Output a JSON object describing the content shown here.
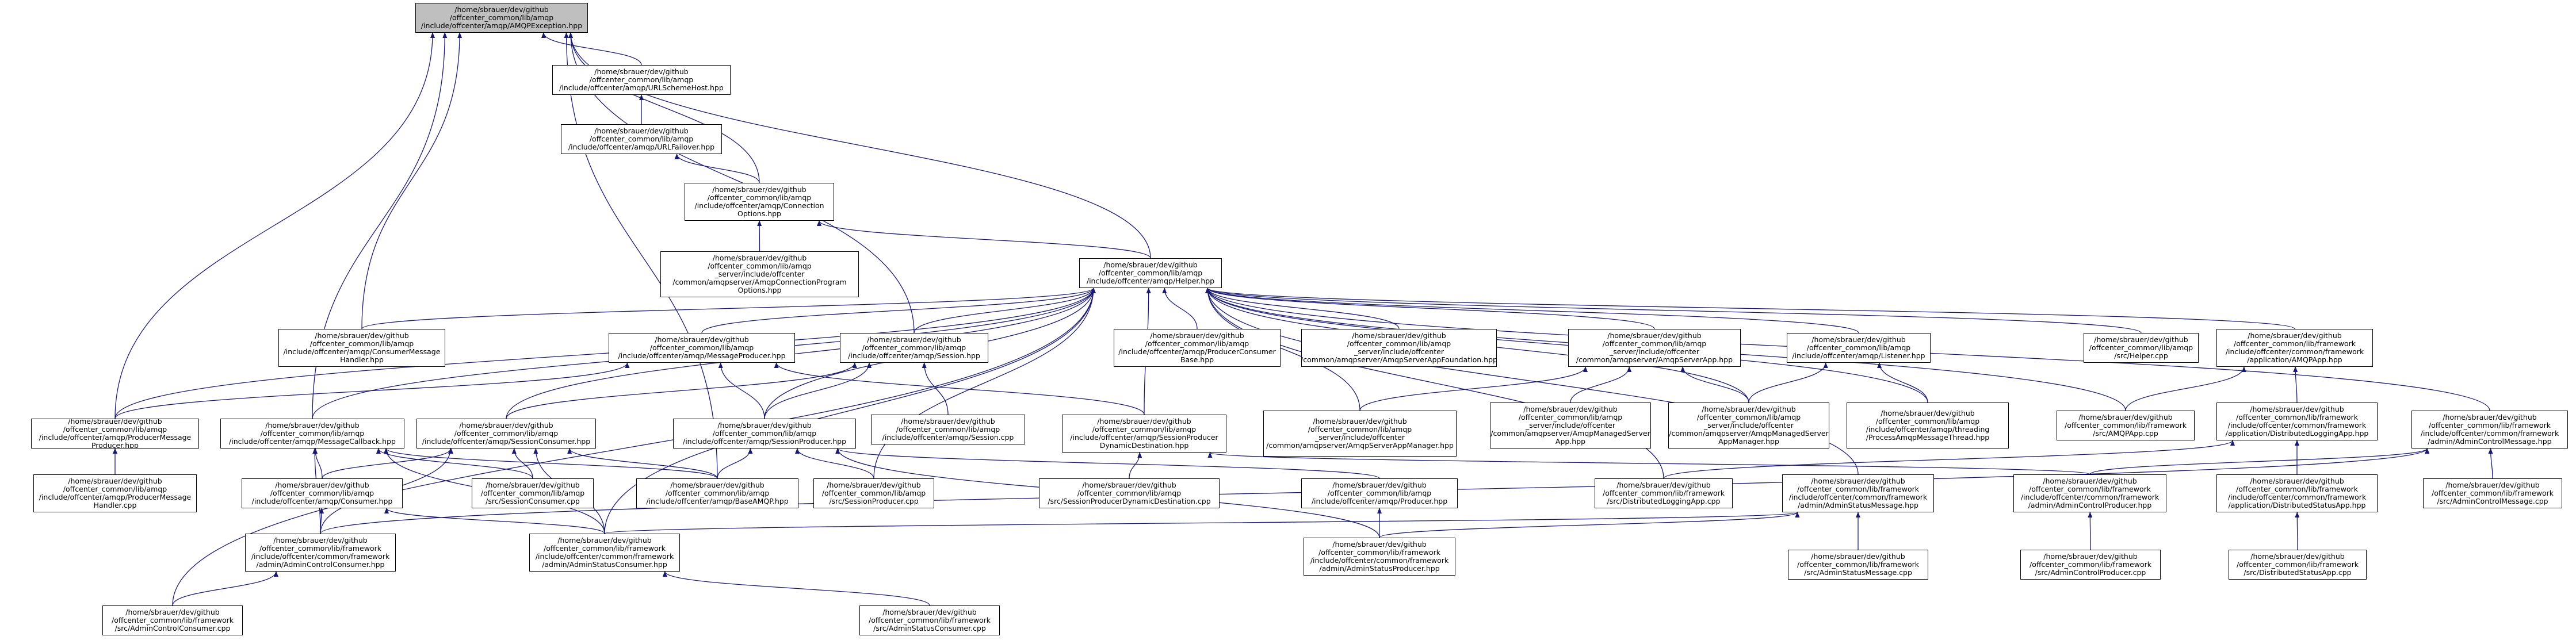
{
  "diagram": {
    "colors": {
      "edge": "#191970",
      "node_border": "#000000",
      "root_fill": "#bfbfbf",
      "node_fill": "#ffffff"
    },
    "nodes": [
      {
        "id": "n_root",
        "label": "/home/sbrauer/dev/github\n/offcenter_common/lib/amqp\n/include/offcenter/amqp/AMQPException.hpp"
      },
      {
        "id": "n_urlscheme",
        "label": "/home/sbrauer/dev/github\n/offcenter_common/lib/amqp\n/include/offcenter/amqp/URLSchemeHost.hpp"
      },
      {
        "id": "n_urlfailover",
        "label": "/home/sbrauer/dev/github\n/offcenter_common/lib/amqp\n/include/offcenter/amqp/URLFailover.hpp"
      },
      {
        "id": "n_connopts",
        "label": "/home/sbrauer/dev/github\n/offcenter_common/lib/amqp\n/include/offcenter/amqp/Connection\nOptions.hpp"
      },
      {
        "id": "n_connprogopts",
        "label": "/home/sbrauer/dev/github\n/offcenter_common/lib/amqp\n_server/include/offcenter\n/common/amqpserver/AmqpConnectionProgram\nOptions.hpp"
      },
      {
        "id": "n_helper",
        "label": "/home/sbrauer/dev/github\n/offcenter_common/lib/amqp\n/include/offcenter/amqp/Helper.hpp"
      },
      {
        "id": "n_consumermsghandler",
        "label": "/home/sbrauer/dev/github\n/offcenter_common/lib/amqp\n/include/offcenter/amqp/ConsumerMessage\nHandler.hpp"
      },
      {
        "id": "n_msgproducer",
        "label": "/home/sbrauer/dev/github\n/offcenter_common/lib/amqp\n/include/offcenter/amqp/MessageProducer.hpp"
      },
      {
        "id": "n_session",
        "label": "/home/sbrauer/dev/github\n/offcenter_common/lib/amqp\n/include/offcenter/amqp/Session.hpp"
      },
      {
        "id": "n_producerconsumerbase",
        "label": "/home/sbrauer/dev/github\n/offcenter_common/lib/amqp\n/include/offcenter/amqp/ProducerConsumer\nBase.hpp"
      },
      {
        "id": "n_serverappfoundation",
        "label": "/home/sbrauer/dev/github\n/offcenter_common/lib/amqp\n_server/include/offcenter\n/common/amqpserver/AmqpServerAppFoundation.hpp"
      },
      {
        "id": "n_serverapp",
        "label": "/home/sbrauer/dev/github\n/offcenter_common/lib/amqp\n_server/include/offcenter\n/common/amqpserver/AmqpServerApp.hpp"
      },
      {
        "id": "n_listener",
        "label": "/home/sbrauer/dev/github\n/offcenter_common/lib/amqp\n/include/offcenter/amqp/Listener.hpp"
      },
      {
        "id": "n_helpercpp",
        "label": "/home/sbrauer/dev/github\n/offcenter_common/lib/amqp\n/src/Helper.cpp"
      },
      {
        "id": "n_amqpapp",
        "label": "/home/sbrauer/dev/github\n/offcenter_common/lib/framework\n/include/offcenter/common/framework\n/application/AMQPApp.hpp"
      },
      {
        "id": "n_producermsghandler",
        "label": "/home/sbrauer/dev/github\n/offcenter_common/lib/amqp\n/include/offcenter/amqp/ProducerMessage\nProducer.hpp"
      },
      {
        "id": "n_msgcallback",
        "label": "/home/sbrauer/dev/github\n/offcenter_common/lib/amqp\n/include/offcenter/amqp/MessageCallback.hpp"
      },
      {
        "id": "n_sessionconsumer",
        "label": "/home/sbrauer/dev/github\n/offcenter_common/lib/amqp\n/include/offcenter/amqp/SessionConsumer.hpp"
      },
      {
        "id": "n_sessionproducer",
        "label": "/home/sbrauer/dev/github\n/offcenter_common/lib/amqp\n/include/offcenter/amqp/SessionProducer.hpp"
      },
      {
        "id": "n_sessioncpp",
        "label": "/home/sbrauer/dev/github\n/offcenter_common/lib/amqp\n/include/offcenter/amqp/Session.cpp"
      },
      {
        "id": "n_sessionproducerdyn",
        "label": "/home/sbrauer/dev/github\n/offcenter_common/lib/amqp\n/include/offcenter/amqp/SessionProducer\nDynamicDestination.hpp"
      },
      {
        "id": "n_serverappmanager",
        "label": "/home/sbrauer/dev/github\n/offcenter_common/lib/amqp\n_server/include/offcenter\n/common/amqpserver/AmqpServerAppManager.hpp"
      },
      {
        "id": "n_managedserverapp",
        "label": "/home/sbrauer/dev/github\n/offcenter_common/lib/amqp\n_server/include/offcenter\n/common/amqpserver/AmqpManagedServer\nApp.hpp"
      },
      {
        "id": "n_managedserverappmanager",
        "label": "/home/sbrauer/dev/github\n/offcenter_common/lib/amqp\n_server/include/offcenter\n/common/amqpserver/AmqpManagedServer\nAppManager.hpp"
      },
      {
        "id": "n_processamqpthread",
        "label": "/home/sbrauer/dev/github\n/offcenter_common/lib/amqp\n/include/offcenter/amqp/threading\n/ProcessAmqpMessageThread.hpp"
      },
      {
        "id": "n_amqpappcpp",
        "label": "/home/sbrauer/dev/github\n/offcenter_common/lib/framework\n/src/AMQPApp.cpp"
      },
      {
        "id": "n_distloggingapp",
        "label": "/home/sbrauer/dev/github\n/offcenter_common/lib/framework\n/include/offcenter/common/framework\n/application/DistributedLoggingApp.hpp"
      },
      {
        "id": "n_admincontrolmsg",
        "label": "/home/sbrauer/dev/github\n/offcenter_common/lib/framework\n/include/offcenter/common/framework\n/admin/AdminControlMessage.hpp"
      },
      {
        "id": "n_producermsghandlercpp",
        "label": "/home/sbrauer/dev/github\n/offcenter_common/lib/amqp\n/include/offcenter/amqp/ProducerMessage\nHandler.cpp"
      },
      {
        "id": "n_consumer",
        "label": "/home/sbrauer/dev/github\n/offcenter_common/lib/amqp\n/include/offcenter/amqp/Consumer.hpp"
      },
      {
        "id": "n_sessionconsumercpp",
        "label": "/home/sbrauer/dev/github\n/offcenter_common/lib/amqp\n/src/SessionConsumer.cpp"
      },
      {
        "id": "n_baseamqp",
        "label": "/home/sbrauer/dev/github\n/offcenter_common/lib/amqp\n/include/offcenter/amqp/BaseAMQP.hpp"
      },
      {
        "id": "n_sessionproducercpp",
        "label": "/home/sbrauer/dev/github\n/offcenter_common/lib/amqp\n/src/SessionProducer.cpp"
      },
      {
        "id": "n_sessionproducerdyncpp",
        "label": "/home/sbrauer/dev/github\n/offcenter_common/lib/amqp\n/src/SessionProducerDynamicDestination.cpp"
      },
      {
        "id": "n_producer",
        "label": "/home/sbrauer/dev/github\n/offcenter_common/lib/amqp\n/include/offcenter/amqp/Producer.hpp"
      },
      {
        "id": "n_distloggingappcpp",
        "label": "/home/sbrauer/dev/github\n/offcenter_common/lib/framework\n/src/DistributedLoggingApp.cpp"
      },
      {
        "id": "n_adminstatusmsg",
        "label": "/home/sbrauer/dev/github\n/offcenter_common/lib/framework\n/include/offcenter/common/framework\n/admin/AdminStatusMessage.hpp"
      },
      {
        "id": "n_admincontrolproducer",
        "label": "/home/sbrauer/dev/github\n/offcenter_common/lib/framework\n/include/offcenter/common/framework\n/admin/AdminControlProducer.hpp"
      },
      {
        "id": "n_diststatusapp",
        "label": "/home/sbrauer/dev/github\n/offcenter_common/lib/framework\n/include/offcenter/common/framework\n/application/DistributedStatusApp.hpp"
      },
      {
        "id": "n_admincontrolmsgcpp",
        "label": "/home/sbrauer/dev/github\n/offcenter_common/lib/framework\n/src/AdminControlMessage.cpp"
      },
      {
        "id": "n_admincontrolconsumer",
        "label": "/home/sbrauer/dev/github\n/offcenter_common/lib/framework\n/include/offcenter/common/framework\n/admin/AdminControlConsumer.hpp"
      },
      {
        "id": "n_adminstatusconsumer",
        "label": "/home/sbrauer/dev/github\n/offcenter_common/lib/framework\n/include/offcenter/common/framework\n/admin/AdminStatusConsumer.hpp"
      },
      {
        "id": "n_adminstatusproducer",
        "label": "/home/sbrauer/dev/github\n/offcenter_common/lib/framework\n/include/offcenter/common/framework\n/admin/AdminStatusProducer.hpp"
      },
      {
        "id": "n_adminstatusmsgcpp",
        "label": "/home/sbrauer/dev/github\n/offcenter_common/lib/framework\n/src/AdminStatusMessage.cpp"
      },
      {
        "id": "n_admincontrolproducercpp",
        "label": "/home/sbrauer/dev/github\n/offcenter_common/lib/framework\n/src/AdminControlProducer.cpp"
      },
      {
        "id": "n_diststatusappcpp",
        "label": "/home/sbrauer/dev/github\n/offcenter_common/lib/framework\n/src/DistributedStatusApp.cpp"
      },
      {
        "id": "n_admincontrolconsumercpp",
        "label": "/home/sbrauer/dev/github\n/offcenter_common/lib/framework\n/src/AdminControlConsumer.cpp"
      },
      {
        "id": "n_adminstatusconsumercpp",
        "label": "/home/sbrauer/dev/github\n/offcenter_common/lib/framework\n/src/AdminStatusConsumer.cpp"
      }
    ],
    "edges": [
      [
        "n_connopts",
        "n_root"
      ],
      [
        "n_urlscheme",
        "n_root"
      ],
      [
        "n_urlfailover",
        "n_urlscheme"
      ],
      [
        "n_connopts",
        "n_urlfailover"
      ],
      [
        "n_connprogopts",
        "n_connopts"
      ],
      [
        "n_helper",
        "n_connopts"
      ],
      [
        "n_helper",
        "n_root"
      ],
      [
        "n_session",
        "n_root"
      ],
      [
        "n_consumermsghandler",
        "n_root"
      ],
      [
        "n_producermsghandler",
        "n_root"
      ],
      [
        "n_msgcallback",
        "n_root"
      ],
      [
        "n_baseamqp",
        "n_root"
      ],
      [
        "n_consumermsghandler",
        "n_helper"
      ],
      [
        "n_msgproducer",
        "n_helper"
      ],
      [
        "n_session",
        "n_helper"
      ],
      [
        "n_producerconsumerbase",
        "n_helper"
      ],
      [
        "n_serverappfoundation",
        "n_helper"
      ],
      [
        "n_serverapp",
        "n_helper"
      ],
      [
        "n_listener",
        "n_helper"
      ],
      [
        "n_helpercpp",
        "n_helper"
      ],
      [
        "n_amqpapp",
        "n_helper"
      ],
      [
        "n_admincontrolmsg",
        "n_helper"
      ],
      [
        "n_producermsghandler",
        "n_helper"
      ],
      [
        "n_msgcallback",
        "n_helper"
      ],
      [
        "n_sessionconsumer",
        "n_helper"
      ],
      [
        "n_sessionproducer",
        "n_helper"
      ],
      [
        "n_sessionproducerdyn",
        "n_helper"
      ],
      [
        "n_serverappmanager",
        "n_helper"
      ],
      [
        "n_managedserverappmanager",
        "n_helper"
      ],
      [
        "n_processamqpthread",
        "n_helper"
      ],
      [
        "n_amqpappcpp",
        "n_helper"
      ],
      [
        "n_sessionproducercpp",
        "n_helper"
      ],
      [
        "n_distloggingappcpp",
        "n_helper"
      ],
      [
        "n_adminstatusmsg",
        "n_helper"
      ],
      [
        "n_admincontrolconsumercpp",
        "n_helper"
      ],
      [
        "n_adminstatusconsumer",
        "n_helper"
      ],
      [
        "n_producermsghandler",
        "n_msgproducer"
      ],
      [
        "n_sessionproducer",
        "n_msgproducer"
      ],
      [
        "n_sessionproducerdyn",
        "n_msgproducer"
      ],
      [
        "n_sessionconsumer",
        "n_session"
      ],
      [
        "n_sessionproducer",
        "n_session"
      ],
      [
        "n_sessioncpp",
        "n_session"
      ],
      [
        "n_serverappmanager",
        "n_serverapp"
      ],
      [
        "n_managedserverapp",
        "n_serverapp"
      ],
      [
        "n_managedserverappmanager",
        "n_serverapp"
      ],
      [
        "n_managedserverappmanager",
        "n_listener"
      ],
      [
        "n_processamqpthread",
        "n_listener"
      ],
      [
        "n_amqpappcpp",
        "n_amqpapp"
      ],
      [
        "n_distloggingapp",
        "n_amqpapp"
      ],
      [
        "n_producermsghandlercpp",
        "n_producermsghandler"
      ],
      [
        "n_consumer",
        "n_msgcallback"
      ],
      [
        "n_sessionconsumercpp",
        "n_msgcallback"
      ],
      [
        "n_baseamqp",
        "n_msgcallback"
      ],
      [
        "n_admincontrolconsumer",
        "n_msgcallback"
      ],
      [
        "n_adminstatusconsumer",
        "n_msgcallback"
      ],
      [
        "n_consumer",
        "n_sessionconsumer"
      ],
      [
        "n_sessionconsumercpp",
        "n_sessionconsumer"
      ],
      [
        "n_baseamqp",
        "n_sessionconsumer"
      ],
      [
        "n_admincontrolconsumer",
        "n_sessionconsumer"
      ],
      [
        "n_adminstatusconsumer",
        "n_sessionconsumer"
      ],
      [
        "n_baseamqp",
        "n_sessionproducer"
      ],
      [
        "n_sessionproducercpp",
        "n_sessionproducer"
      ],
      [
        "n_producer",
        "n_sessionproducer"
      ],
      [
        "n_adminstatusproducer",
        "n_sessionproducer"
      ],
      [
        "n_sessionproducerdyncpp",
        "n_sessionproducerdyn"
      ],
      [
        "n_admincontrolproducer",
        "n_sessionproducerdyn"
      ],
      [
        "n_admincontrolconsumer",
        "n_consumer"
      ],
      [
        "n_adminstatusconsumer",
        "n_consumer"
      ],
      [
        "n_adminstatusproducer",
        "n_producer"
      ],
      [
        "n_distloggingappcpp",
        "n_distloggingapp"
      ],
      [
        "n_diststatusapp",
        "n_distloggingapp"
      ],
      [
        "n_admincontrolproducer",
        "n_admincontrolmsg"
      ],
      [
        "n_admincontrolmsgcpp",
        "n_admincontrolmsg"
      ],
      [
        "n_admincontrolconsumer",
        "n_admincontrolmsg"
      ],
      [
        "n_adminstatusmsgcpp",
        "n_adminstatusmsg"
      ],
      [
        "n_adminstatusproducer",
        "n_adminstatusmsg"
      ],
      [
        "n_adminstatusconsumer",
        "n_adminstatusmsg"
      ],
      [
        "n_admincontrolproducercpp",
        "n_admincontrolproducer"
      ],
      [
        "n_diststatusappcpp",
        "n_diststatusapp"
      ],
      [
        "n_admincontrolconsumercpp",
        "n_admincontrolconsumer"
      ],
      [
        "n_adminstatusconsumercpp",
        "n_adminstatusconsumer"
      ]
    ]
  }
}
